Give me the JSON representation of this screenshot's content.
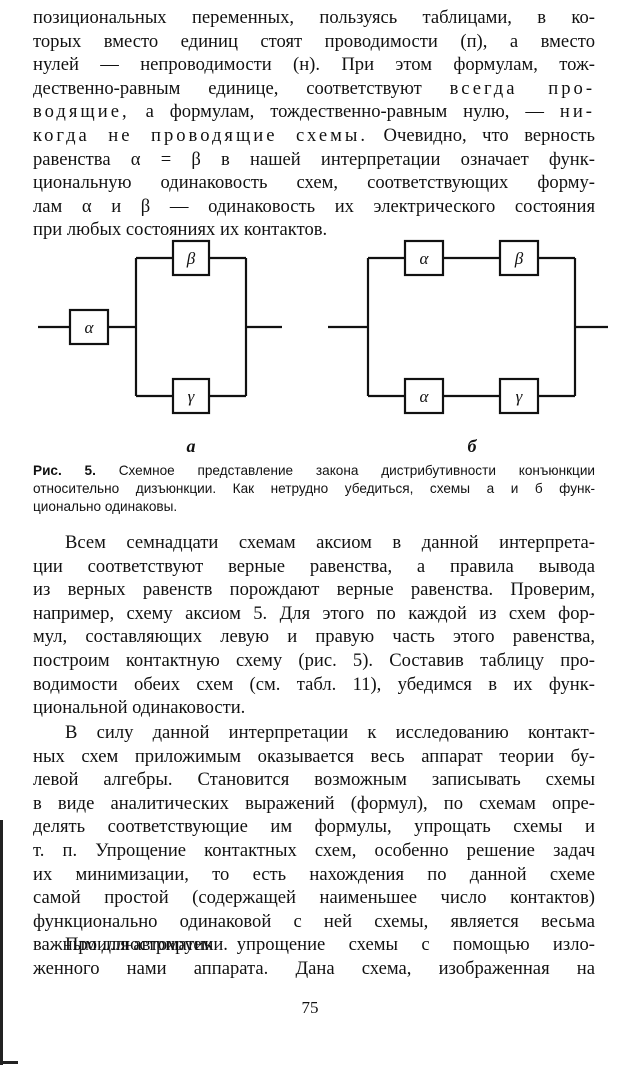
{
  "para1": {
    "lines": [
      "позициональных переменных, пользуясь таблицами, в ко-",
      "торых вместо единиц стоят проводимости (п), а вместо",
      "нулей — непроводимости (н). При этом формулам, тож-",
      "дественно-равным единице, соответствуют",
      "всегда про-",
      "водящие,",
      "а формулам, тождественно-равным нулю, —",
      "ни-",
      "когда не проводящие схемы.",
      "Очевидно, что верность",
      "равенства α = β в нашей интерпретации означает функ-",
      "циональную одинаковость схем, соответствующих форму-",
      "лам α и β — одинаковость их электрического состояния",
      "при любых состояниях их контактов."
    ]
  },
  "figure": {
    "labels": {
      "alpha": "α",
      "beta": "β",
      "gamma": "γ"
    },
    "sublabel_a": "а",
    "sublabel_b": "б"
  },
  "caption": {
    "label": "Рис. 5.",
    "line1": "Схемное представление закона дистрибутивности конъюнкции",
    "line2": "относительно дизъюнкции. Как нетрудно убедиться, схемы а и б функ-",
    "line3": "ционально одинаковы."
  },
  "para2": {
    "lines": [
      "Всем семнадцати схемам аксиом в данной интерпрета-",
      "ции соответствуют верные равенства, а правила вывода",
      "из верных равенств порождают верные равенства. Проверим,",
      "например, схему аксиом 5. Для этого по каждой из схем фор-",
      "мул, составляющих левую и правую часть этого равенства,",
      "построим контактную схему (рис. 5). Составив таблицу про-",
      "водимости обеих схем (см. табл. 11), убедимся в их функ-",
      "циональной одинаковости."
    ]
  },
  "para3": {
    "lines": [
      "В силу данной интерпретации к исследованию контакт-",
      "ных схем приложимым оказывается весь аппарат теории бу-",
      "левой алгебры. Становится возможным записывать схемы",
      "в виде аналитических выражений (формул), по схемам опре-",
      "делять соответствующие им формулы, упрощать схемы и",
      "т. п. Упрощение контактных схем, особенно решение задач",
      "их минимизации, то есть нахождения по данной схеме",
      "самой простой (содержащей наименьшее число контактов)",
      "функционально одинаковой с ней схемы, является весьма",
      "важным для автоматики."
    ]
  },
  "para4": {
    "lines": [
      "Проиллюстрируем упрощение схемы с помощью изло-",
      "женного нами аппарата. Дана схема, изображенная на"
    ]
  },
  "page_number": "75"
}
